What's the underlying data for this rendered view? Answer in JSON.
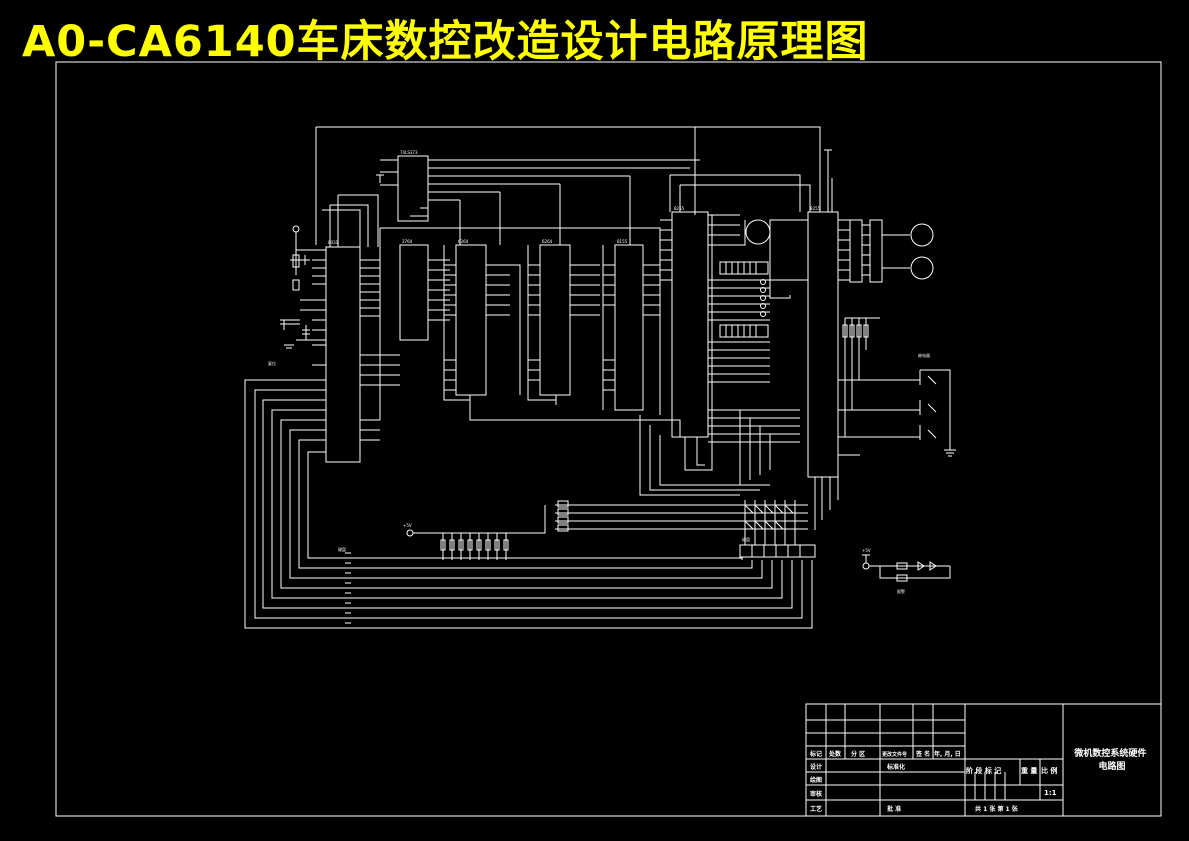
{
  "title": "A0-CA6140车床数控改造设计电路原理图",
  "title_block": {
    "header_row": [
      "标记",
      "处数",
      "分 区",
      "更改文件号",
      "签 名",
      "年, 月, 日"
    ],
    "roles": [
      "设计",
      "绘图",
      "审核",
      "工艺"
    ],
    "standardized": "标准化",
    "approved": "批 准",
    "stage_headers": [
      "阶 段 标 记",
      "重 量",
      "比 例"
    ],
    "scale": "1:1",
    "sheet_info": "共 1 张   第 1 张",
    "drawing_name": "微机数控系统硬件电路图"
  },
  "colors": {
    "background": "#000000",
    "title": "#ffff00",
    "lines": "#ffffff"
  }
}
